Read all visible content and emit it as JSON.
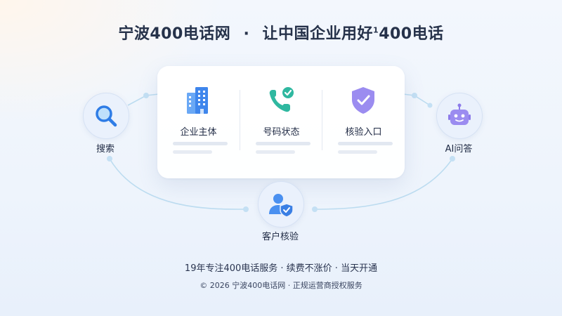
{
  "header": {
    "brand": "宁波400电话网",
    "separator": "·",
    "slogan_pre": "让中国企业用好",
    "slogan_sup": "1",
    "slogan_post": "400电话"
  },
  "features": [
    {
      "label": "企业主体",
      "icon": "office-building-icon",
      "color": "#4a90f0"
    },
    {
      "label": "号码状态",
      "icon": "phone-check-icon",
      "color": "#2fb8a0"
    },
    {
      "label": "核验入口",
      "icon": "shield-check-icon",
      "color": "#9b8cf0"
    }
  ],
  "nodes": {
    "search": {
      "label": "搜索",
      "icon": "magnifier-icon"
    },
    "ai": {
      "label": "AI问答",
      "icon": "robot-icon"
    },
    "customer": {
      "label": "客户核验",
      "icon": "user-shield-icon"
    }
  },
  "footer": {
    "line1": "19年专注400电话服务 · 续费不涨价 · 当天开通",
    "line2": "© 2026 宁波400电话网 · 正规运营商授权服务"
  },
  "colors": {
    "accent": "#4a90f0",
    "teal": "#2fb8a0",
    "purple": "#9b8cf0",
    "line": "#bcdcf0"
  }
}
